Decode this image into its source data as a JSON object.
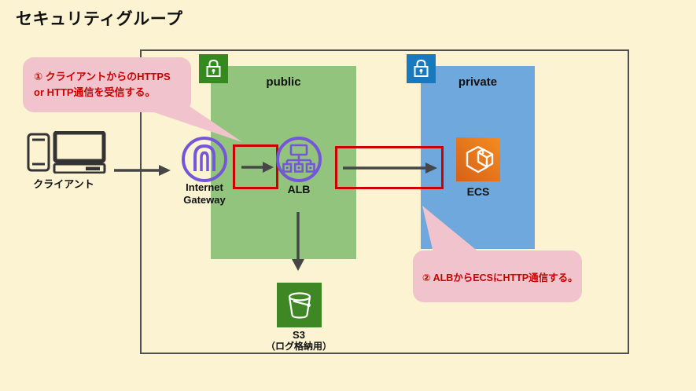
{
  "title": "セキュリティグループ",
  "colors": {
    "background": "#FCF3D2",
    "public_subnet_green": "#93C47D",
    "private_subnet_blue": "#6FA8DC",
    "security_group_lock_green": "#348A1E",
    "security_group_lock_blue": "#1879BE",
    "highlight_red": "#CC0000",
    "callout_pink": "#F1C3CD",
    "aws_purple": "#7456D9",
    "ecs_orange": "#EC7211",
    "s3_green": "#3F8624",
    "arrow_gray": "#464646"
  },
  "client": {
    "label": "クライアント"
  },
  "subnets": {
    "public": {
      "label": "public"
    },
    "private": {
      "label": "private"
    }
  },
  "nodes": {
    "internet_gateway": {
      "label": "Internet Gateway"
    },
    "alb": {
      "label": "ALB"
    },
    "ecs": {
      "label": "ECS"
    },
    "s3": {
      "label": "S3",
      "sublabel": "（ログ格納用）"
    }
  },
  "callouts": {
    "callout1": {
      "text": "① クライアントからのHTTPS or HTTP通信を受信する。"
    },
    "callout2": {
      "text": "② ALBからECSにHTTP通信する。"
    }
  }
}
